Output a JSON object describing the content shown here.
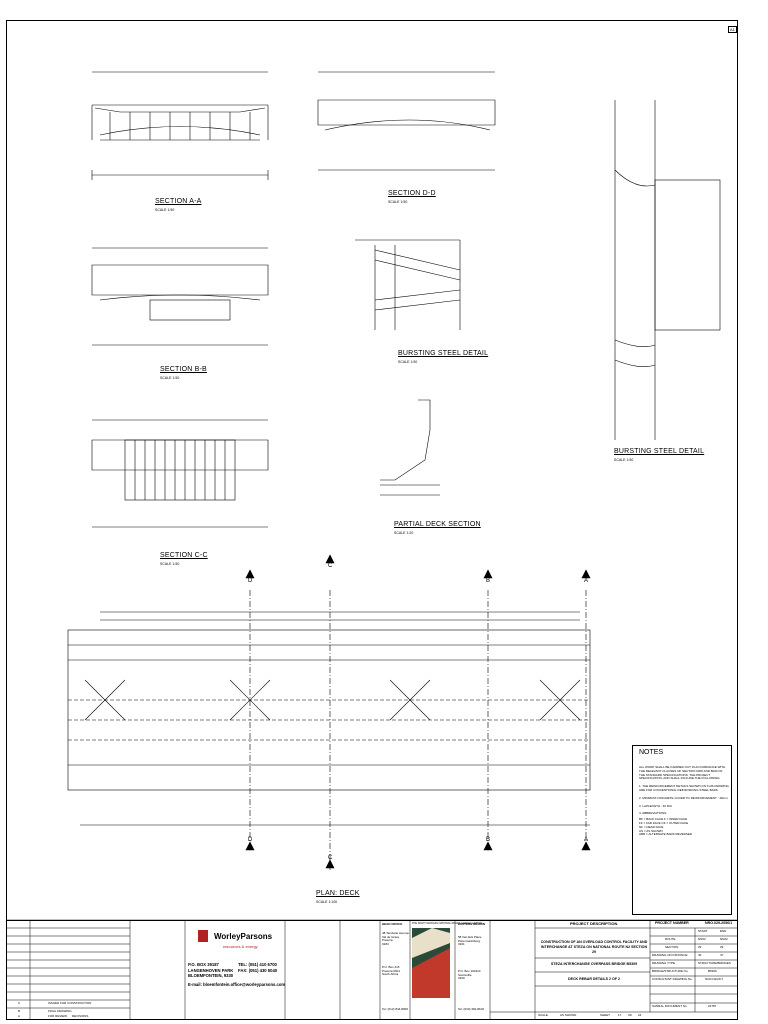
{
  "sheet_marker": "A1",
  "sections": {
    "aa": {
      "title": "SECTION A-A",
      "scale": "SCALE 1:50"
    },
    "bb": {
      "title": "SECTION B-B",
      "scale": "SCALE 1:50"
    },
    "cc": {
      "title": "SECTION C-C",
      "scale": "SCALE 1:50"
    },
    "dd": {
      "title": "SECTION D-D",
      "scale": "SCALE 1:50"
    },
    "burst1": {
      "title": "BURSTING STEEL DETAIL",
      "scale": "SCALE 1:50"
    },
    "burst2": {
      "title": "BURSTING STEEL DETAIL",
      "scale": "SCALE 1:50"
    },
    "partial": {
      "title": "PARTIAL DECK SECTION",
      "scale": "SCALE 1:20"
    },
    "plan": {
      "title": "PLAN: DECK",
      "scale": "SCALE 1:100"
    }
  },
  "cut_markers": [
    "D",
    "C",
    "B",
    "A"
  ],
  "notes": {
    "heading": "NOTES",
    "items": [
      "ALL WORK SHALL BE CARRIED OUT IN ACCORDANCE WITH THE RELEVANT CLAUSES OF SECTION 6000 AND 8000 OF THE STANDARD SPECIFICATIONS, THE PROJECT SPECIFICATION, AND SHALL INCLUDE THE FOLLOWING:",
      "1. THE REINFORCEMENT DETAILS SHOWN ON THIS DRAWING ARE FOR CONVENTIONAL REINFORCING STEEL BARS.",
      "2. MINIMUM CONCRETE COVER TO REINFORCEMENT : 40mm",
      "3. LAPLENGTH : 40 DIA",
      "4. ABBREVIATIONS:",
      "BF = BACK FACE    F = INNER FACE",
      "FF = FAR FACE     OF = OUTER FACE",
      "NF = NEAR FACE",
      "AS = AS SHOWN",
      "ABR = ALTERNATE BARS REVERSED"
    ]
  },
  "title_block": {
    "company": "WorleyParsons",
    "company_tagline": "resources & energy",
    "address_lines": [
      "P.O. BOX 39187",
      "LANGENHOVEN PARK",
      "BLOEMFONTEIN, 9330"
    ],
    "tel": "TEL: (051) 410 6700",
    "fax": "FAX: (051) 430 5040",
    "email": "E-mail: bloemfontein.office@worleyparsons.com",
    "head_office": "HEAD OFFICE",
    "head_office_addr": [
      "48 Tambotie Avenue",
      "Val de Grace",
      "Pretoria",
      "0184"
    ],
    "head_office_po": [
      "P.O. Box 415",
      "Pretoria 0001",
      "South Africa"
    ],
    "head_office_tel": "Tel: (012) 844-8000",
    "agency": "THE SOUTH AFRICAN NATIONAL ROADS AGENCY LIMITED",
    "region": "EASTERN REGION",
    "region_addr": [
      "58 Van Eck Place",
      "Pietermaritzburg",
      "3201"
    ],
    "region_po": [
      "P.O. Box 100410",
      "Scottsville",
      "3209"
    ],
    "region_tel": "Tel: (033) 392-8100",
    "project_description_label": "PROJECT DESCRIPTION",
    "project_description": "CONSTRUCTION OF AN OVERLOAD CONTROL FACILITY AND INTERCHANGE AT STEZA ON NATIONAL ROUTE N2 SECTION 29",
    "drawing_title_1": "STEZA INTERCHANGE OVERPASS BRIDGE B5309",
    "drawing_title_2": "DECK REBAR DETAILS 2 OF 2",
    "project_number_label": "PROJECT NUMBER",
    "project_number": "NRO.029-2056/1",
    "start_label": "START",
    "end_label": "END",
    "route_label": "ROUTE",
    "route_start": "NN02",
    "route_end": "NN02",
    "section_label": "SECTION",
    "section_start": "29",
    "section_end": "29",
    "distance_label": "DRAWING ON DISTANCE",
    "distance_start": "40",
    "distance_end": "47",
    "drawing_type_label": "DRAWING TYPE",
    "drawing_type": "STRUCTURE/BRIDGES",
    "bridge_no_label": "BRIDGE/STRUCTURE No.",
    "bridge_no": "B5309",
    "consultant_label": "CONSULTANT DRAWING No.",
    "consultant_no": "NCR-N2/29-7",
    "sanral_label": "SANRAL DOCUMENT No.",
    "sanral_no": "24787",
    "scale_label": "SCALE",
    "scale_value": "AS SHOWN",
    "sheet_label": "SHEET",
    "sheet_value": "17",
    "of_label": "OF",
    "of_value": "24",
    "revision_label": "REVISIONS",
    "rev_rows": [
      "ISSUED FOR CONSTRUCTION",
      "FINAL DRAWING",
      "FOR REVIEW"
    ],
    "rev_codes": [
      "C",
      "B",
      "A"
    ]
  },
  "colors": {
    "line": "#000000",
    "brand_red": "#b02222",
    "photo": "#2b4a3a"
  }
}
